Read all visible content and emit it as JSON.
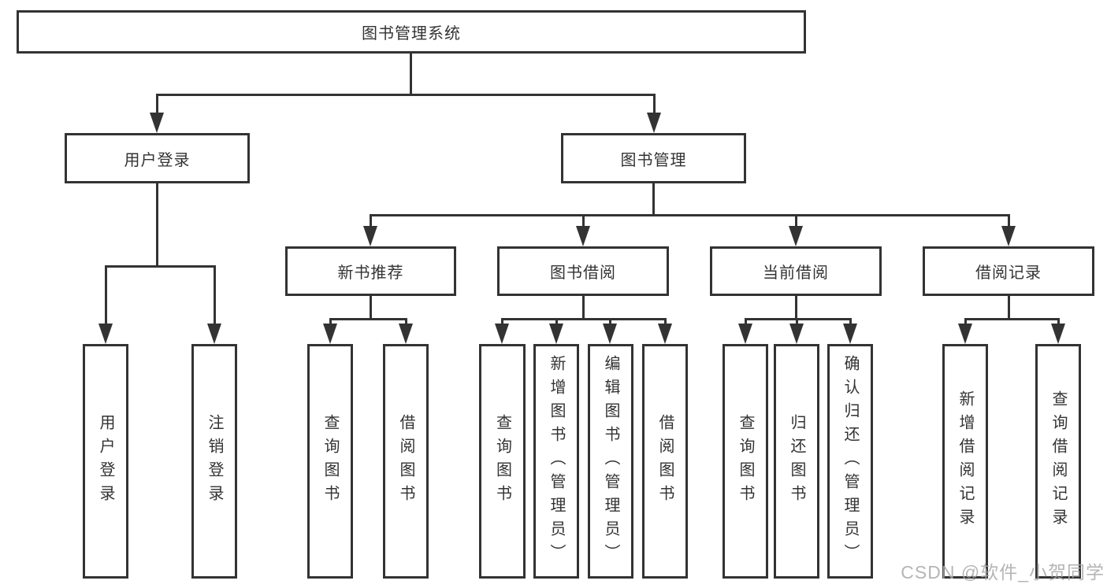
{
  "watermark": "CSDN @软件_小贺同学",
  "colors": {
    "line": "#333333",
    "box_background": "#ffffff",
    "text": "#333333",
    "watermark": "#a9a9a9"
  },
  "root": {
    "label": "图书管理系统"
  },
  "branches": [
    {
      "label": "用户登录",
      "children": [
        "用户登录",
        "注销登录"
      ]
    },
    {
      "label": "图书管理",
      "children": [
        {
          "label": "新书推荐",
          "children": [
            "查询图书",
            "借阅图书"
          ]
        },
        {
          "label": "图书借阅",
          "children": [
            "查询图书",
            "新增图书（管理员）",
            "编辑图书（管理员）",
            "借阅图书"
          ]
        },
        {
          "label": "当前借阅",
          "children": [
            "查询图书",
            "归还图书",
            "确认归还（管理员）"
          ]
        },
        {
          "label": "借阅记录",
          "children": [
            "新增借阅记录",
            "查询借阅记录"
          ]
        }
      ]
    }
  ]
}
